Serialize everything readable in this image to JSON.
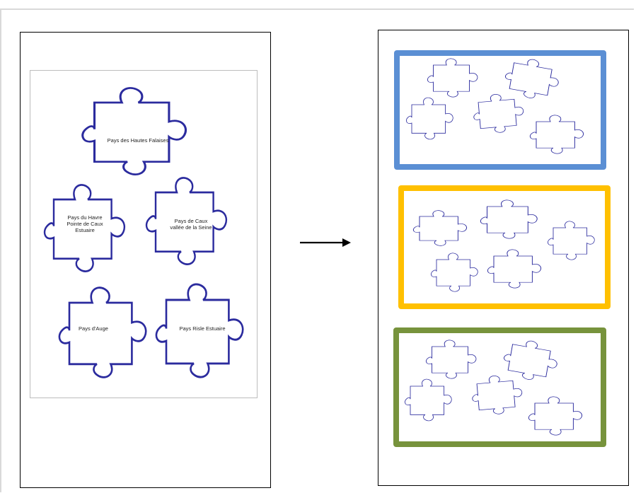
{
  "colors": {
    "piece_stroke": "#2b2b9e",
    "group_1": "#5b8fd4",
    "group_2": "#ffc000",
    "group_3": "#77933c",
    "arrow": "#000000"
  },
  "left_pieces": [
    {
      "label": "Pays des Hautes Falaises"
    },
    {
      "label": "Pays du Havre\nPointe de Caux\nEstuaire"
    },
    {
      "label": "Pays de Caux\nvallée de la Seine"
    },
    {
      "label": "Pays d'Auge"
    },
    {
      "label": "Pays Risle Estuaire"
    }
  ],
  "groups": [
    {
      "color_key": "group_1",
      "piece_count": 5
    },
    {
      "color_key": "group_2",
      "piece_count": 5
    },
    {
      "color_key": "group_3",
      "piece_count": 5
    }
  ],
  "arrow_icon": "right-arrow-icon"
}
